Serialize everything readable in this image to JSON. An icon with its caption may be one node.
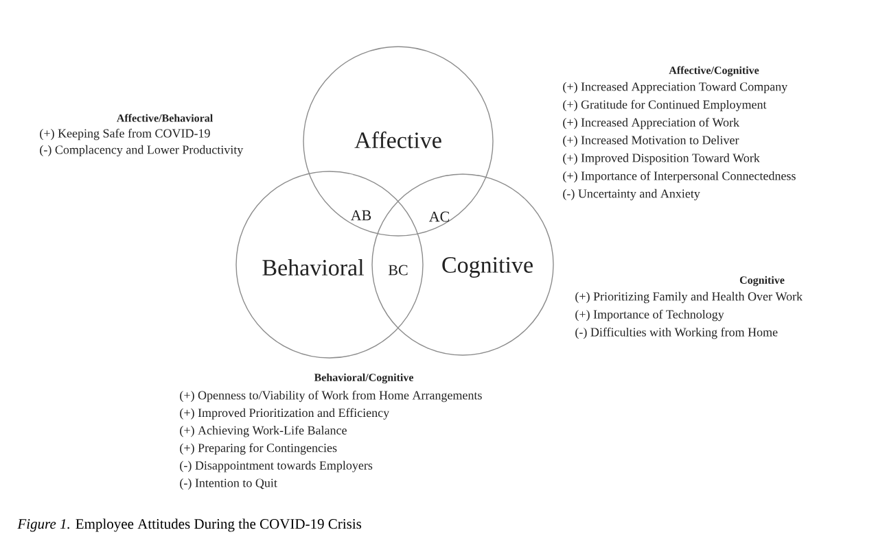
{
  "diagram": {
    "caption": "*Figure 1.* Employee Attitudes During the COVID-19 Crisis",
    "nodes": [
      {
        "text": [
          "Affective"
        ]
      },
      {
        "text": [
          "Behavioral"
        ]
      },
      {
        "text": [
          "Cognitive"
        ]
      }
    ],
    "labels": [
      "Affective/Behavioral",
      "(+) Keeping Safe from COVID-19",
      "(-) Complacency and Lower Productivity",
      "Affective/Cognitive",
      "(+) Increased Appreciation Toward Company",
      "(+) Gratitude for Continued Employment",
      "(+) Increased Appreciation of Work",
      "(+) Increased Motivation to Deliver",
      "(+) Improved Disposition Toward Work",
      "(+) Importance of Interpersonal Connectedness",
      "(-) Uncertainty and Anxiety",
      "AB",
      "AC",
      "BC",
      "Cognitive",
      "(+) Prioritizing Family and Health Over Work",
      "(+) Importance of Technology",
      "(-) Difficulties with Working from Home",
      "Behavioral/Cognitive",
      "(+) Openness to/Viability of Work from Home Arrangements",
      "(+) Improved Prioritization and Efficiency",
      "(+) Achieving Work-Life Balance",
      "(+) Preparing for Contingencies",
      "(-) Disappointment towards Employers",
      "(-) Intention to Quit"
    ]
  }
}
